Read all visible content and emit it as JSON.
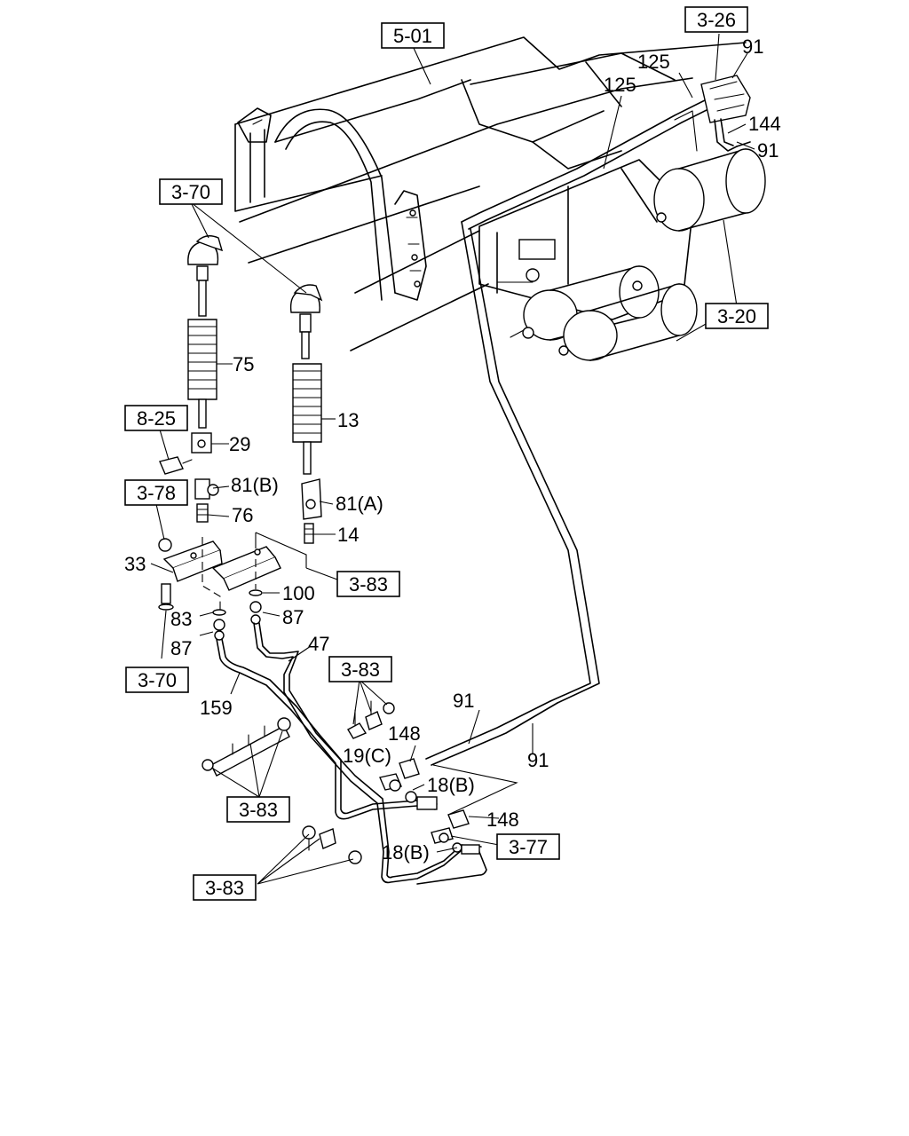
{
  "references": {
    "r501": "5-01",
    "r326": "3-26",
    "r370a": "3-70",
    "r370b": "3-70",
    "r320": "3-20",
    "r825": "8-25",
    "r378": "3-78",
    "r383a": "3-83",
    "r383b": "3-83",
    "r383c": "3-83",
    "r383d": "3-83",
    "r377": "3-77"
  },
  "parts": {
    "p91a": "91",
    "p125a": "125",
    "p125b": "125",
    "p144": "144",
    "p91b": "91",
    "p75": "75",
    "p13": "13",
    "p29": "29",
    "p81b": "81(B)",
    "p81a": "81(A)",
    "p76": "76",
    "p14": "14",
    "p33": "33",
    "p100": "100",
    "p87a": "87",
    "p83": "83",
    "p87b": "87",
    "p47": "47",
    "p159": "159",
    "p91c": "91",
    "p148a": "148",
    "p19c": "19(C)",
    "p18b1": "18(B)",
    "p91d": "91",
    "p148b": "148",
    "p18b2": "18(B)"
  }
}
